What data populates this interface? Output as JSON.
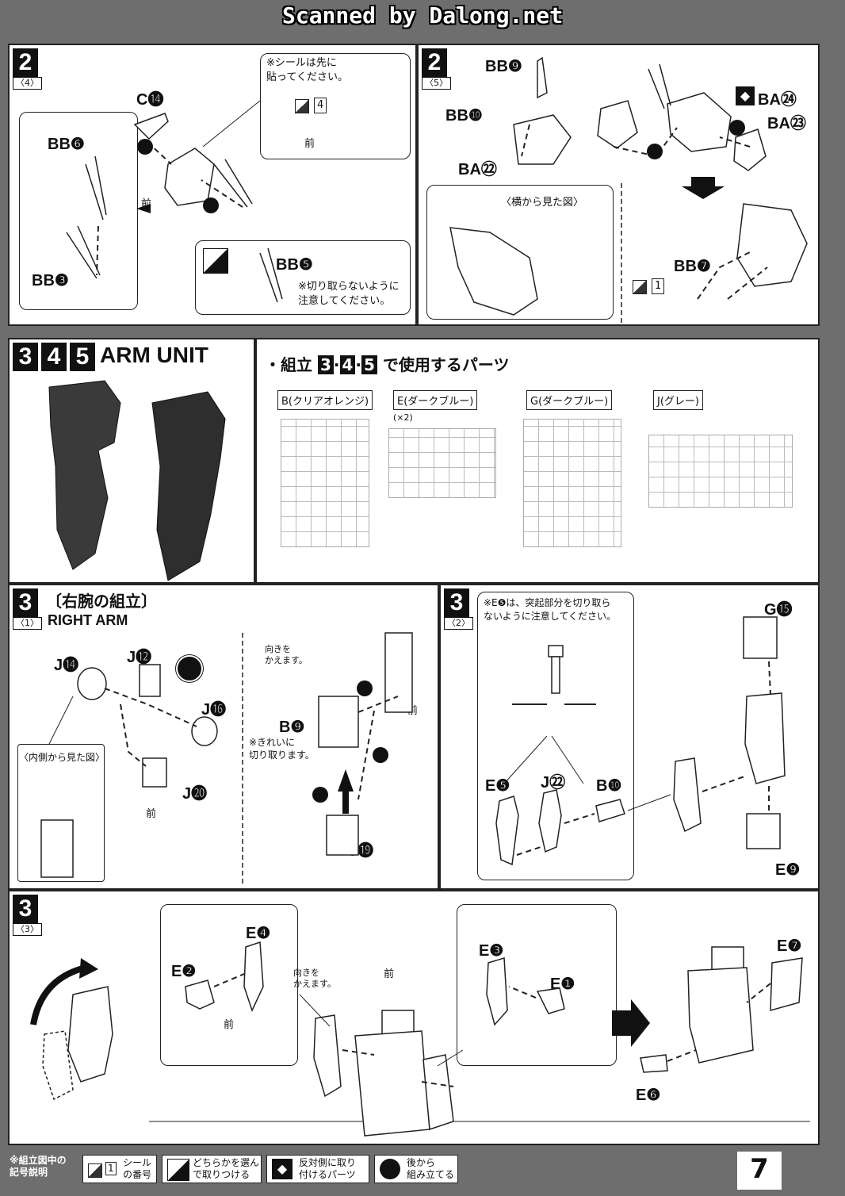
{
  "banner": "Scanned by Dalong.net",
  "page_number": "7",
  "step2_4": {
    "num": "2",
    "sub": "〈4〉",
    "sticker_note": "※シールは先に\n貼ってください。",
    "sticker_no": "4",
    "front": "前",
    "labels": [
      "C⓮",
      "BB❻",
      "BB❸",
      "BB❺"
    ],
    "cut_note": "※切り取らないように\n注意してください。"
  },
  "step2_5": {
    "num": "2",
    "sub": "〈5〉",
    "labels": [
      "BB❾",
      "BB❿",
      "BA㉒",
      "BB❼"
    ],
    "option_labels": [
      "BA㉔",
      "BA㉓"
    ],
    "side_view": "〈横から見た図〉",
    "sticker_no": "1"
  },
  "arm_unit": {
    "nums": [
      "3",
      "4",
      "5"
    ],
    "title": "ARM UNIT",
    "parts_heading_prefix": "・組立",
    "parts_heading_nums": [
      "3",
      "4",
      "5"
    ],
    "parts_heading_suffix": "で使用するパーツ",
    "runners": [
      {
        "label": "B(クリアオレンジ)",
        "qty": ""
      },
      {
        "label": "E(ダークブルー)",
        "qty": "(×2)"
      },
      {
        "label": "G(ダークブルー)",
        "qty": ""
      },
      {
        "label": "J(グレー)",
        "qty": ""
      }
    ]
  },
  "step3_1": {
    "num": "3",
    "sub": "〈1〉",
    "title": "〔右腕の組立〕",
    "subtitle": "RIGHT ARM",
    "labels": [
      "J⓮",
      "J⓬",
      "J⓰",
      "J⓴",
      "B❾",
      "J⓳"
    ],
    "inner_view": "〈内側から見た図〉",
    "turn_note": "向きを\nかえます。",
    "clean_note": "※きれいに\n切り取ります。",
    "front": "前"
  },
  "step3_2": {
    "num": "3",
    "sub": "〈2〉",
    "note": "※E❺は、突起部分を切り取ら\nないように注意してください。",
    "labels": [
      "G⓯",
      "E❺",
      "J㉒",
      "B❿",
      "E❾"
    ]
  },
  "step3_3": {
    "num": "3",
    "sub": "〈3〉",
    "labels": [
      "E❹",
      "E❷",
      "E❸",
      "E❶",
      "E❼",
      "E❻"
    ],
    "turn_note": "向きを\nかえます。",
    "front": "前"
  },
  "legend": {
    "title": "※組立図中の\n記号説明",
    "items": [
      {
        "icon": "sticker-icon",
        "text": "シール\nの番号",
        "num": "1"
      },
      {
        "icon": "choose-icon",
        "text": "どちらかを選ん\nで取りつける"
      },
      {
        "icon": "opposite-side-icon",
        "text": "反対側に取り\n付けるパーツ"
      },
      {
        "icon": "assemble-later-icon",
        "text": "後から\n組み立てる"
      }
    ]
  }
}
